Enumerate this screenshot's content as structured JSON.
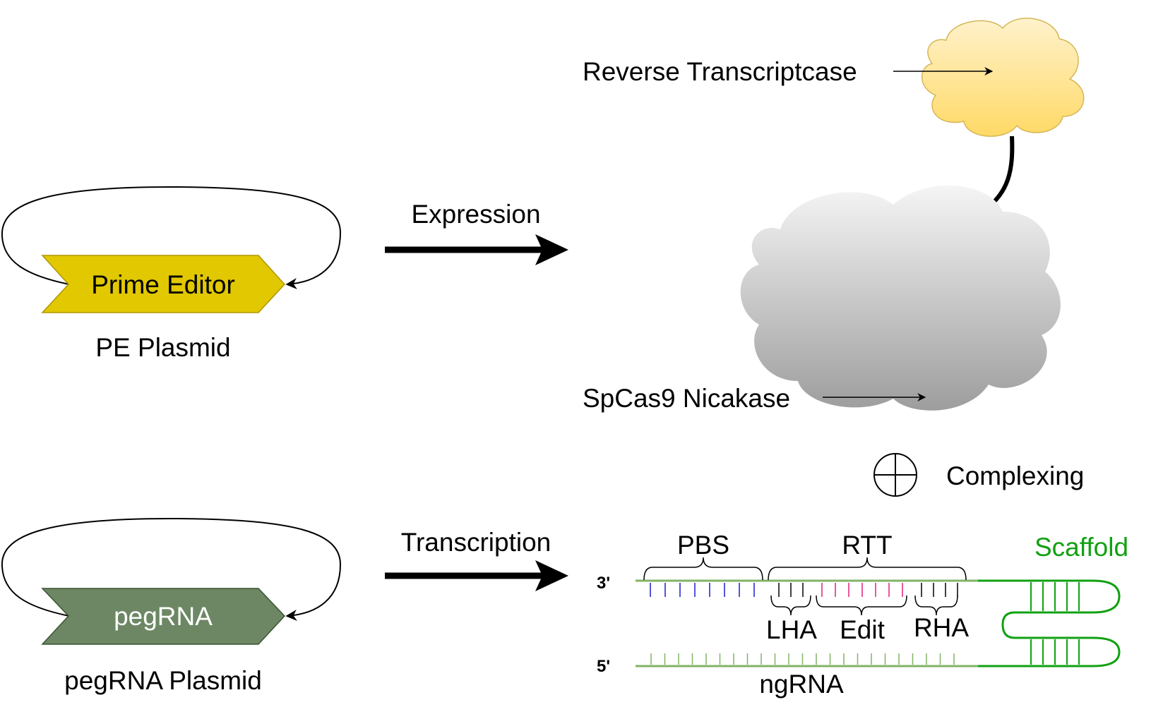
{
  "colors": {
    "prime_editor_fill": "#e1c800",
    "prime_editor_stroke": "#b09500",
    "pegrna_fill": "#6d8764",
    "pegrna_stroke": "#3a5431",
    "rt_cloud_top": "#fff2cc",
    "rt_cloud_bottom": "#ffd966",
    "rt_cloud_stroke": "#d6b656",
    "cas9_cloud_top": "#f5f5f5",
    "cas9_cloud_bottom": "#9d9d9d",
    "pbs_ticks": "#1a1acc",
    "edit_ticks": "#e0207a",
    "rna_line": "#82b366",
    "scaffold": "#11a111"
  },
  "plasmids": {
    "pe": {
      "gene_label": "Prime Editor",
      "caption": "PE Plasmid"
    },
    "peg": {
      "gene_label": "pegRNA",
      "caption": "pegRNA Plasmid"
    }
  },
  "arrows": {
    "expression": "Expression",
    "transcription": "Transcription"
  },
  "proteins": {
    "rt_label": "Reverse Transcriptcase",
    "cas9_label": "SpCas9 Nicakase"
  },
  "complexing": {
    "label": "Complexing"
  },
  "rna": {
    "strand_top_end": "3'",
    "strand_bottom_end": "5'",
    "pbs": "PBS",
    "rtt": "RTT",
    "lha": "LHA",
    "edit": "Edit",
    "rha": "RHA",
    "scaffold": "Scaffold",
    "ngrna": "ngRNA"
  }
}
